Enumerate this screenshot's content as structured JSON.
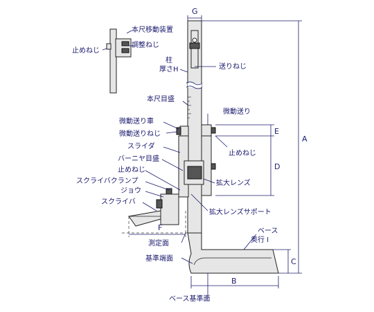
{
  "labels": {
    "main_scale_mover": "本尺移動装置",
    "stop_screw_left": "止めねじ",
    "adjust_screw": "調整ねじ",
    "column": "柱",
    "thickness": "厚さH",
    "feed_screw": "送りねじ",
    "main_scale": "本尺目盛",
    "fine_feed": "微動送り",
    "fine_feed_wheel": "微動送り車",
    "fine_feed_screw": "微動送りねじ",
    "slider": "スライダ",
    "stop_screw_right": "止めねじ",
    "vernier": "バーニヤ目盛",
    "stop_screw_mid": "止めねじ",
    "scriber_clamp": "スクライバクランプ",
    "magnifier": "拡大レンズ",
    "jaw": "ジョウ",
    "scriber": "スクライバ",
    "magnifier_support": "拡大レンズサポート",
    "base_depth_1": "ベース",
    "base_depth_2": "奥行 I",
    "measuring_face": "測定面",
    "reference_end_face": "基準端面",
    "base_reference_face": "ベース基準面"
  },
  "dimensions": {
    "g": "G",
    "a": "A",
    "e": "E",
    "d": "D",
    "f": "F",
    "c": "C",
    "b": "B"
  },
  "colors": {
    "ink": "#1a1a6e",
    "outline": "#222222",
    "metal": "#e6e6e6"
  }
}
